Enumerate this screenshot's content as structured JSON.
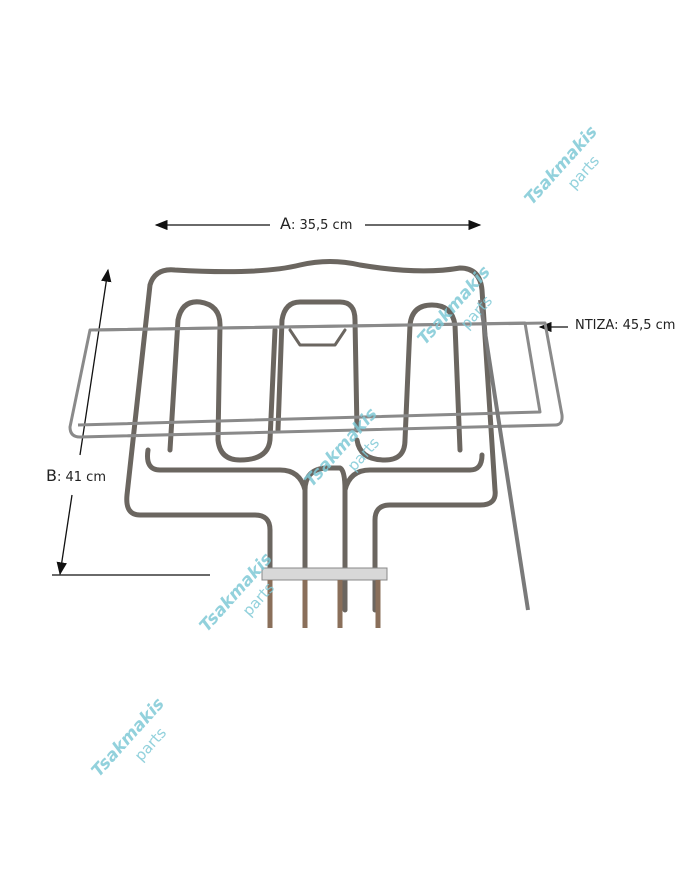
{
  "dimensions": {
    "a": {
      "key": "A",
      "value": ": 35,5 cm"
    },
    "b": {
      "key": "B",
      "value": ": 41 cm"
    },
    "ntiza": {
      "label": "NTIZA: 45,5 cm"
    }
  },
  "watermark": {
    "brand": "Tsakmakis",
    "sub": "parts"
  },
  "colors": {
    "tube": "#6b6660",
    "rack": "#8a8a8a",
    "watermark": "#7fc9d6"
  }
}
